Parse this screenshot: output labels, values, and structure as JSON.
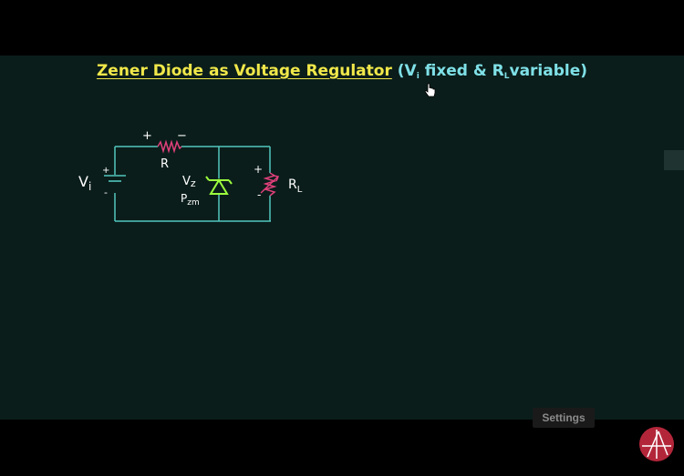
{
  "title": {
    "main": "Zener Diode as Voltage Regulator",
    "sub_prefix": "(V",
    "sub_vi_subscript": "i",
    "sub_middle": " fixed & R",
    "sub_rl_subscript": "L",
    "sub_suffix": "variable)"
  },
  "circuit": {
    "plus": "+",
    "minus": "−",
    "minus_vertical": "-",
    "resistor_label": "R",
    "source_label": "V",
    "source_subscript": "i",
    "zener_label": "V",
    "zener_subscript": "z",
    "power_label": "P",
    "power_subscript": "zm",
    "load_label": "R",
    "load_subscript": "L"
  },
  "player": {
    "settings_tooltip": "Settings"
  },
  "colors": {
    "board": "#0a1d1a",
    "title_main": "#f1e84a",
    "title_sub": "#7fe0e7",
    "wire": "#52c7be",
    "resistor": "#e0407a",
    "zener": "#9cff3d",
    "labels": "#ffffff",
    "logo": "#b3263a"
  }
}
